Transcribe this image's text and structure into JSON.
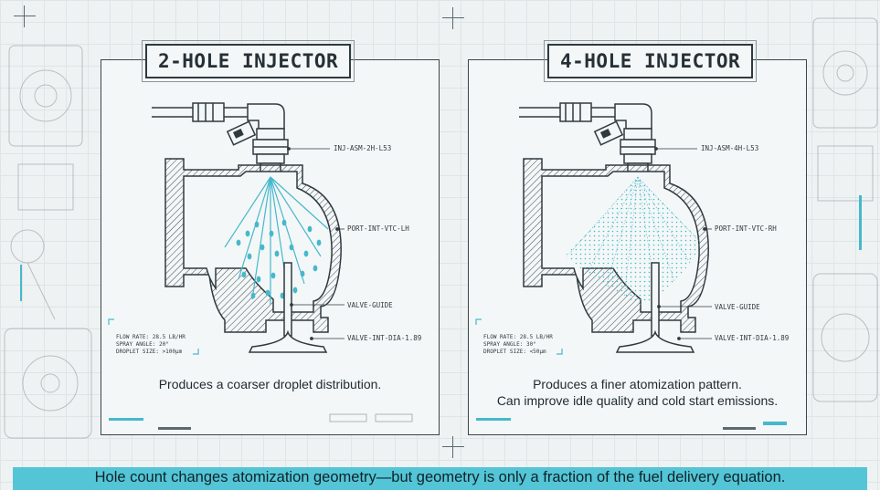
{
  "panels": {
    "left": {
      "title": "2-HOLE INJECTOR",
      "callouts": {
        "injector": "INJ-ASM-2H-L53",
        "port": "PORT-INT-VTC-LH",
        "guide": "VALVE-GUIDE",
        "valve": "VALVE-INT-DIA-1.89"
      },
      "specs": {
        "flow": "FLOW RATE: 28.5 LB/HR",
        "angle": "SPRAY ANGLE: 20°",
        "droplet": "DROPLET SIZE: >100μm"
      },
      "caption": "Produces a coarser droplet distribution.",
      "spray_pattern": "coarse-drops"
    },
    "right": {
      "title": "4-HOLE INJECTOR",
      "callouts": {
        "injector": "INJ-ASM-4H-L53",
        "port": "PORT-INT-VTC-RH",
        "guide": "VALVE-GUIDE",
        "valve": "VALVE-INT-DIA-1.89"
      },
      "specs": {
        "flow": "FLOW RATE: 28.5 LB/HR",
        "angle": "SPRAY ANGLE: 30°",
        "droplet": "DROPLET SIZE: <50μm"
      },
      "caption_line1": "Produces a finer atomization pattern.",
      "caption_line2": "Can improve idle quality and cold start emissions.",
      "spray_pattern": "fine-mist"
    }
  },
  "footer": {
    "text": "Hole count changes atomization geometry—but geometry is only a fraction of the fuel delivery equation."
  },
  "colors": {
    "accent": "#46b8cc",
    "line": "#2f3a40",
    "footer_bg": "#53c5d6"
  }
}
